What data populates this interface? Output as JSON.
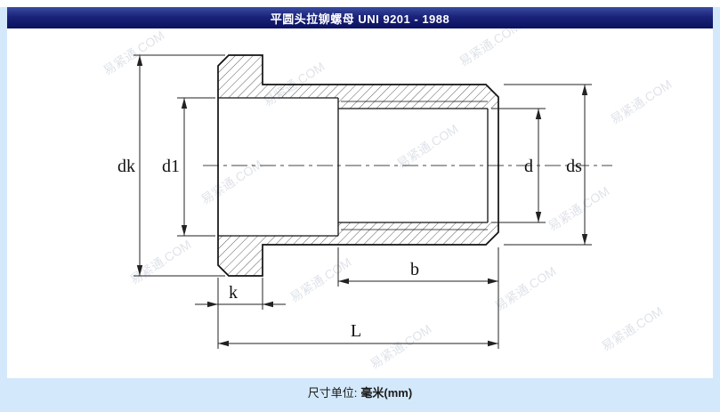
{
  "header": {
    "title": "平圆头拉铆螺母 UNI 9201 - 1988"
  },
  "footer": {
    "label": "尺寸单位:",
    "value": "毫米(mm)"
  },
  "watermark": {
    "text": "易紧通.COM"
  },
  "colors": {
    "header_bg": "#141b6e",
    "frame_bg": "#d3e8fa",
    "panel_bg": "#ffffff",
    "line_color": "#1a1a1a"
  },
  "diagram": {
    "type": "technical-drawing",
    "subject": "flat round head blind rivet nut cross-section",
    "labels": {
      "dk": "dk",
      "d1": "d1",
      "d": "d",
      "ds": "ds",
      "k": "k",
      "b": "b",
      "L": "L"
    }
  }
}
